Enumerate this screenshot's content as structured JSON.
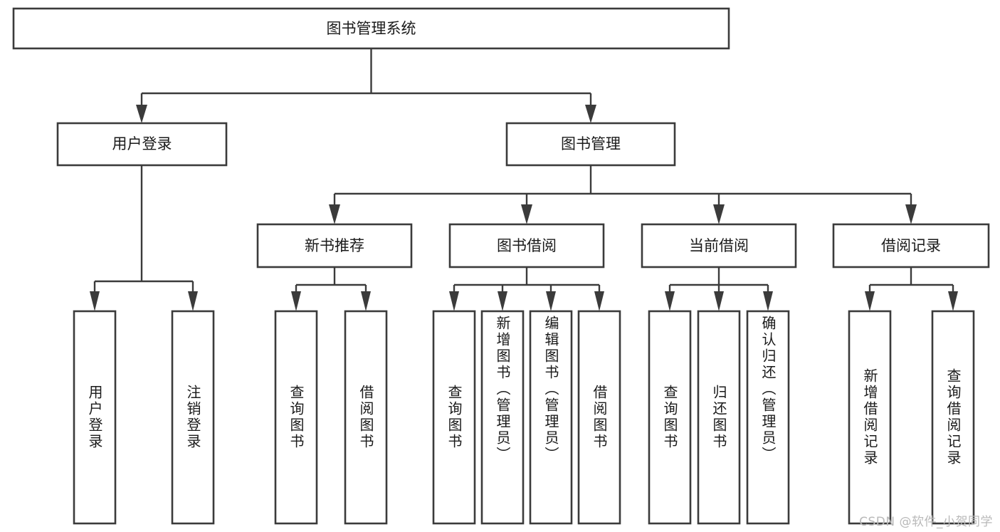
{
  "diagram": {
    "type": "tree-hierarchy-flowchart",
    "title_node": {
      "id": "root",
      "label": "图书管理系统"
    },
    "level2": [
      {
        "id": "user-login",
        "label": "用户登录"
      },
      {
        "id": "book-mgmt",
        "label": "图书管理"
      }
    ],
    "level3": [
      {
        "id": "new-book-rec",
        "label": "新书推荐",
        "parent": "book-mgmt"
      },
      {
        "id": "book-borrow",
        "label": "图书借阅",
        "parent": "book-mgmt"
      },
      {
        "id": "current-borrow",
        "label": "当前借阅",
        "parent": "book-mgmt"
      },
      {
        "id": "borrow-record",
        "label": "借阅记录",
        "parent": "book-mgmt"
      }
    ],
    "leaves": [
      {
        "id": "leaf-user-login",
        "label": "用户登录",
        "parent": "user-login"
      },
      {
        "id": "leaf-logout-login",
        "label": "注销登录",
        "parent": "user-login"
      },
      {
        "id": "leaf-query-book-1",
        "label": "查询图书",
        "parent": "new-book-rec"
      },
      {
        "id": "leaf-borrow-book-1",
        "label": "借阅图书",
        "parent": "new-book-rec"
      },
      {
        "id": "leaf-query-book-2",
        "label": "查询图书",
        "parent": "book-borrow"
      },
      {
        "id": "leaf-add-book",
        "label": "新增图书（管理员）",
        "parent": "book-borrow"
      },
      {
        "id": "leaf-edit-book",
        "label": "编辑图书（管理员）",
        "parent": "book-borrow"
      },
      {
        "id": "leaf-borrow-book-2",
        "label": "借阅图书",
        "parent": "book-borrow"
      },
      {
        "id": "leaf-query-book-3",
        "label": "查询图书",
        "parent": "current-borrow"
      },
      {
        "id": "leaf-return-book",
        "label": "归还图书",
        "parent": "current-borrow"
      },
      {
        "id": "leaf-confirm-return",
        "label": "确认归还（管理员）",
        "parent": "current-borrow"
      },
      {
        "id": "leaf-add-record",
        "label": "新增借阅记录",
        "parent": "borrow-record"
      },
      {
        "id": "leaf-query-record",
        "label": "查询借阅记录",
        "parent": "borrow-record"
      }
    ],
    "colors": {
      "stroke": "#3b3b3b",
      "box_fill": "#ffffff",
      "text": "#1a1a1a",
      "background": "#ffffff",
      "watermark": "#b9b9b9"
    }
  },
  "watermark": {
    "text": "CSDN @软件_小贺同学"
  }
}
